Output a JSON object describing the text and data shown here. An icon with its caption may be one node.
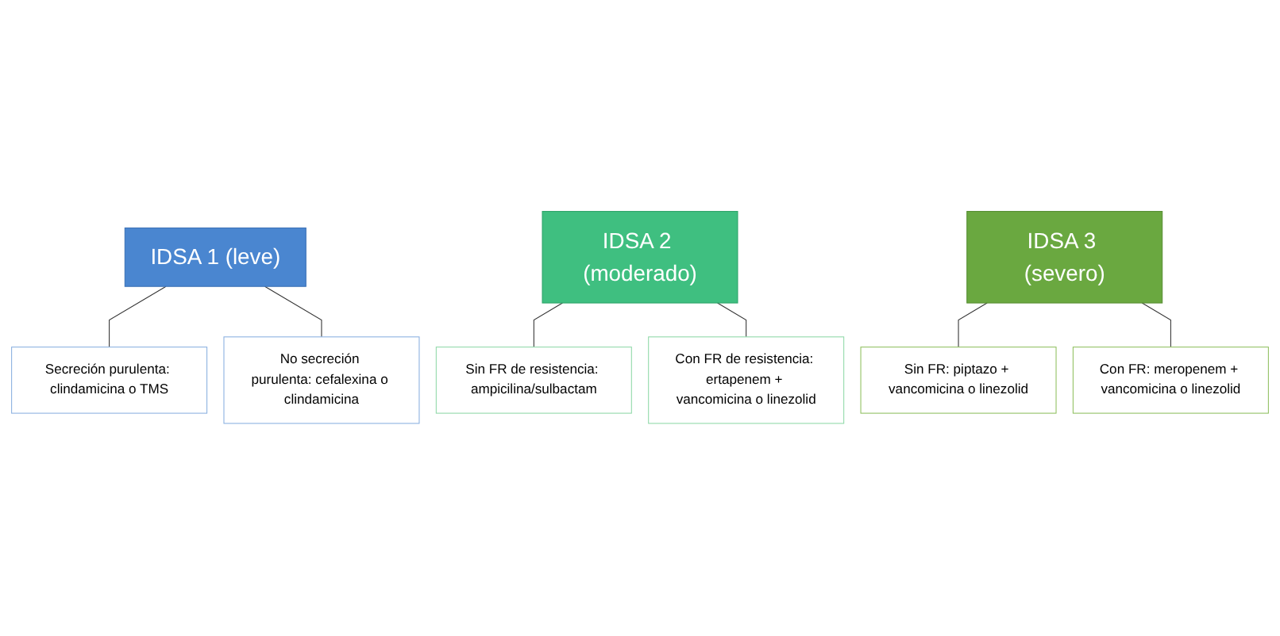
{
  "diagram": {
    "nodes": [
      {
        "text": [
          "IDSA 1 (leve)"
        ]
      },
      {
        "text": [
          "Secreción purulenta: clindamicina o TMS"
        ]
      },
      {
        "text": [
          "No secreción purulenta: cefalexina o clindamicina"
        ]
      },
      {
        "text": [
          "IDSA 2 (moderado)"
        ]
      },
      {
        "text": [
          "Sin FR de resistencia: ampicilina/sulbactam"
        ]
      },
      {
        "text": [
          "Con FR de resistencia: ertapenem + vancomicina o linezolid"
        ]
      },
      {
        "text": [
          "IDSA 3 (severo)"
        ]
      },
      {
        "text": [
          "Sin FR: piptazo + vancomicina o linezolid"
        ]
      },
      {
        "text": [
          "Con FR: meropenem + vancomicina o linezolid"
        ]
      }
    ],
    "edges": [
      {
        "from": 0,
        "to": 1,
        "arrow": "none"
      },
      {
        "from": 0,
        "to": 2,
        "arrow": "none"
      },
      {
        "from": 3,
        "to": 4,
        "arrow": "none"
      },
      {
        "from": 3,
        "to": 5,
        "arrow": "none"
      },
      {
        "from": 6,
        "to": 7,
        "arrow": "none"
      },
      {
        "from": 6,
        "to": 8,
        "arrow": "none"
      }
    ]
  }
}
